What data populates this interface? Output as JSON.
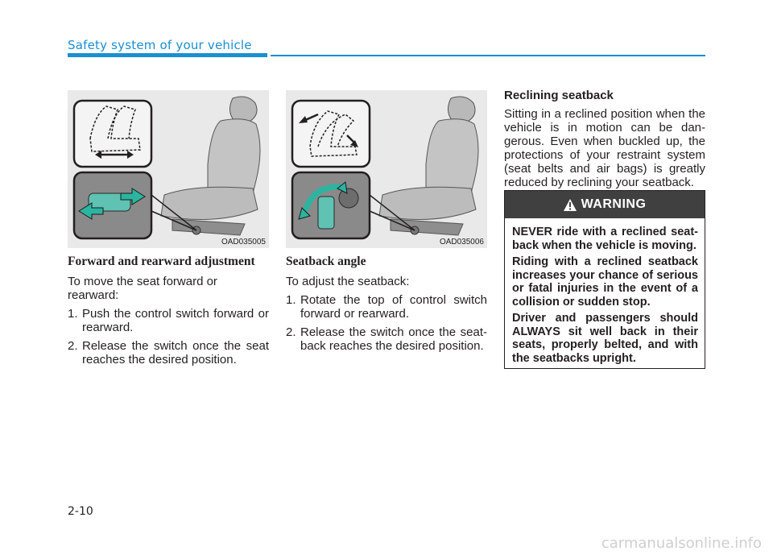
{
  "header": {
    "title": "Safety system of your vehicle"
  },
  "figures": [
    {
      "code": "OAD035005"
    },
    {
      "code": "OAD035006"
    }
  ],
  "forward": {
    "title": "Forward and rearward adjustment",
    "intro": "To move the seat forward or rearward:",
    "steps": [
      {
        "num": "1.",
        "text": "Push the control switch forward or rearward."
      },
      {
        "num": "2.",
        "text": "Release the switch once the seat reaches the desired position."
      }
    ]
  },
  "seatback": {
    "title": "Seatback angle",
    "intro": "To adjust the seatback:",
    "steps": [
      {
        "num": "1.",
        "text": "Rotate the top of control switch forward or rearward."
      },
      {
        "num": "2.",
        "text": "Release the switch once the seat-back reaches the desired position."
      }
    ]
  },
  "reclining": {
    "title": "Reclining seatback",
    "text": "Sitting in a reclined position when the vehicle is in motion can be dan-gerous. Even when buckled up, the protections of your restraint system (seat belts and air bags) is greatly reduced by reclining your seatback."
  },
  "warning": {
    "label": "WARNING",
    "paragraphs": [
      "NEVER ride with a reclined seat-back when the vehicle is moving.",
      "Riding with a reclined seatback increases your chance of serious or fatal injuries in the event of a collision or sudden stop.",
      "Driver and passengers should ALWAYS sit well back in their seats, properly belted, and with the seatbacks upright."
    ]
  },
  "page_number": "2-10",
  "watermark": "carmanualsonline.info",
  "colors": {
    "accent": "#1a8fd1",
    "warning_header": "#404041",
    "arrow_green": "#2bb5a0"
  }
}
